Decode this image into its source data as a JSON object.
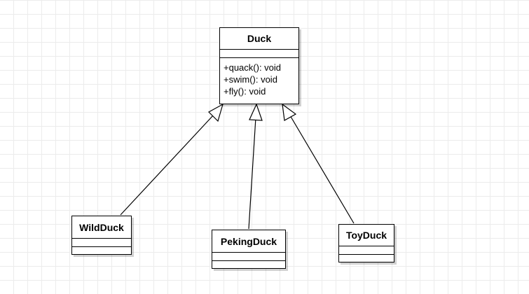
{
  "diagram": {
    "classes": [
      {
        "id": "duck",
        "name": "Duck",
        "methods": [
          "+quack(): void",
          "+swim(): void",
          "+fly(): void"
        ]
      },
      {
        "id": "wildduck",
        "name": "WildDuck",
        "methods": []
      },
      {
        "id": "pekingduck",
        "name": "PekingDuck",
        "methods": []
      },
      {
        "id": "toyduck",
        "name": "ToyDuck",
        "methods": []
      }
    ],
    "relations": [
      {
        "type": "generalization",
        "from": "wildduck",
        "to": "duck"
      },
      {
        "type": "generalization",
        "from": "pekingduck",
        "to": "duck"
      },
      {
        "type": "generalization",
        "from": "toyduck",
        "to": "duck"
      }
    ]
  }
}
